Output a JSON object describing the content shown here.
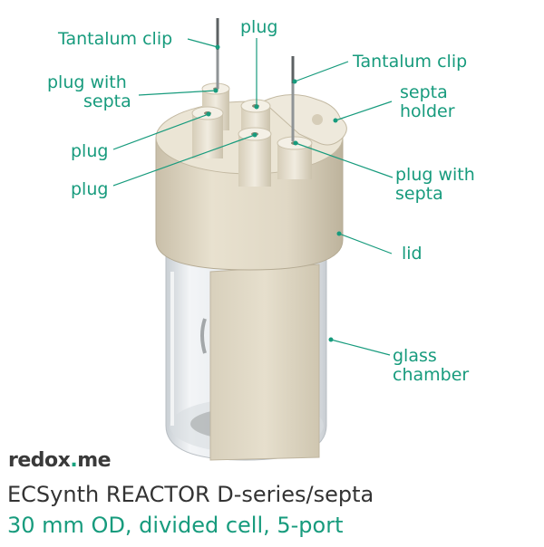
{
  "brand": {
    "part1": "redox",
    "part2": "me"
  },
  "title": {
    "line1": "ECSynth REACTOR D-series/septa",
    "line2": "30 mm OD, divided cell, 5-port"
  },
  "labels": {
    "tantalum_clip_left": "Tantalum clip",
    "plug_top": "plug",
    "tantalum_clip_right": "Tantalum clip",
    "plug_with_septa_left_1": "plug with",
    "plug_with_septa_left_2": "septa",
    "septa_holder_1": "septa",
    "septa_holder_2": "holder",
    "plug_left_1": "plug",
    "plug_left_2": "plug",
    "plug_with_septa_right_1": "plug with",
    "plug_with_septa_right_2": "septa",
    "lid": "lid",
    "glass_chamber_1": "glass",
    "glass_chamber_2": "chamber"
  },
  "colors": {
    "accent": "#179b7d",
    "lid": "#ddd5c2",
    "glass": "#e9edf0"
  }
}
